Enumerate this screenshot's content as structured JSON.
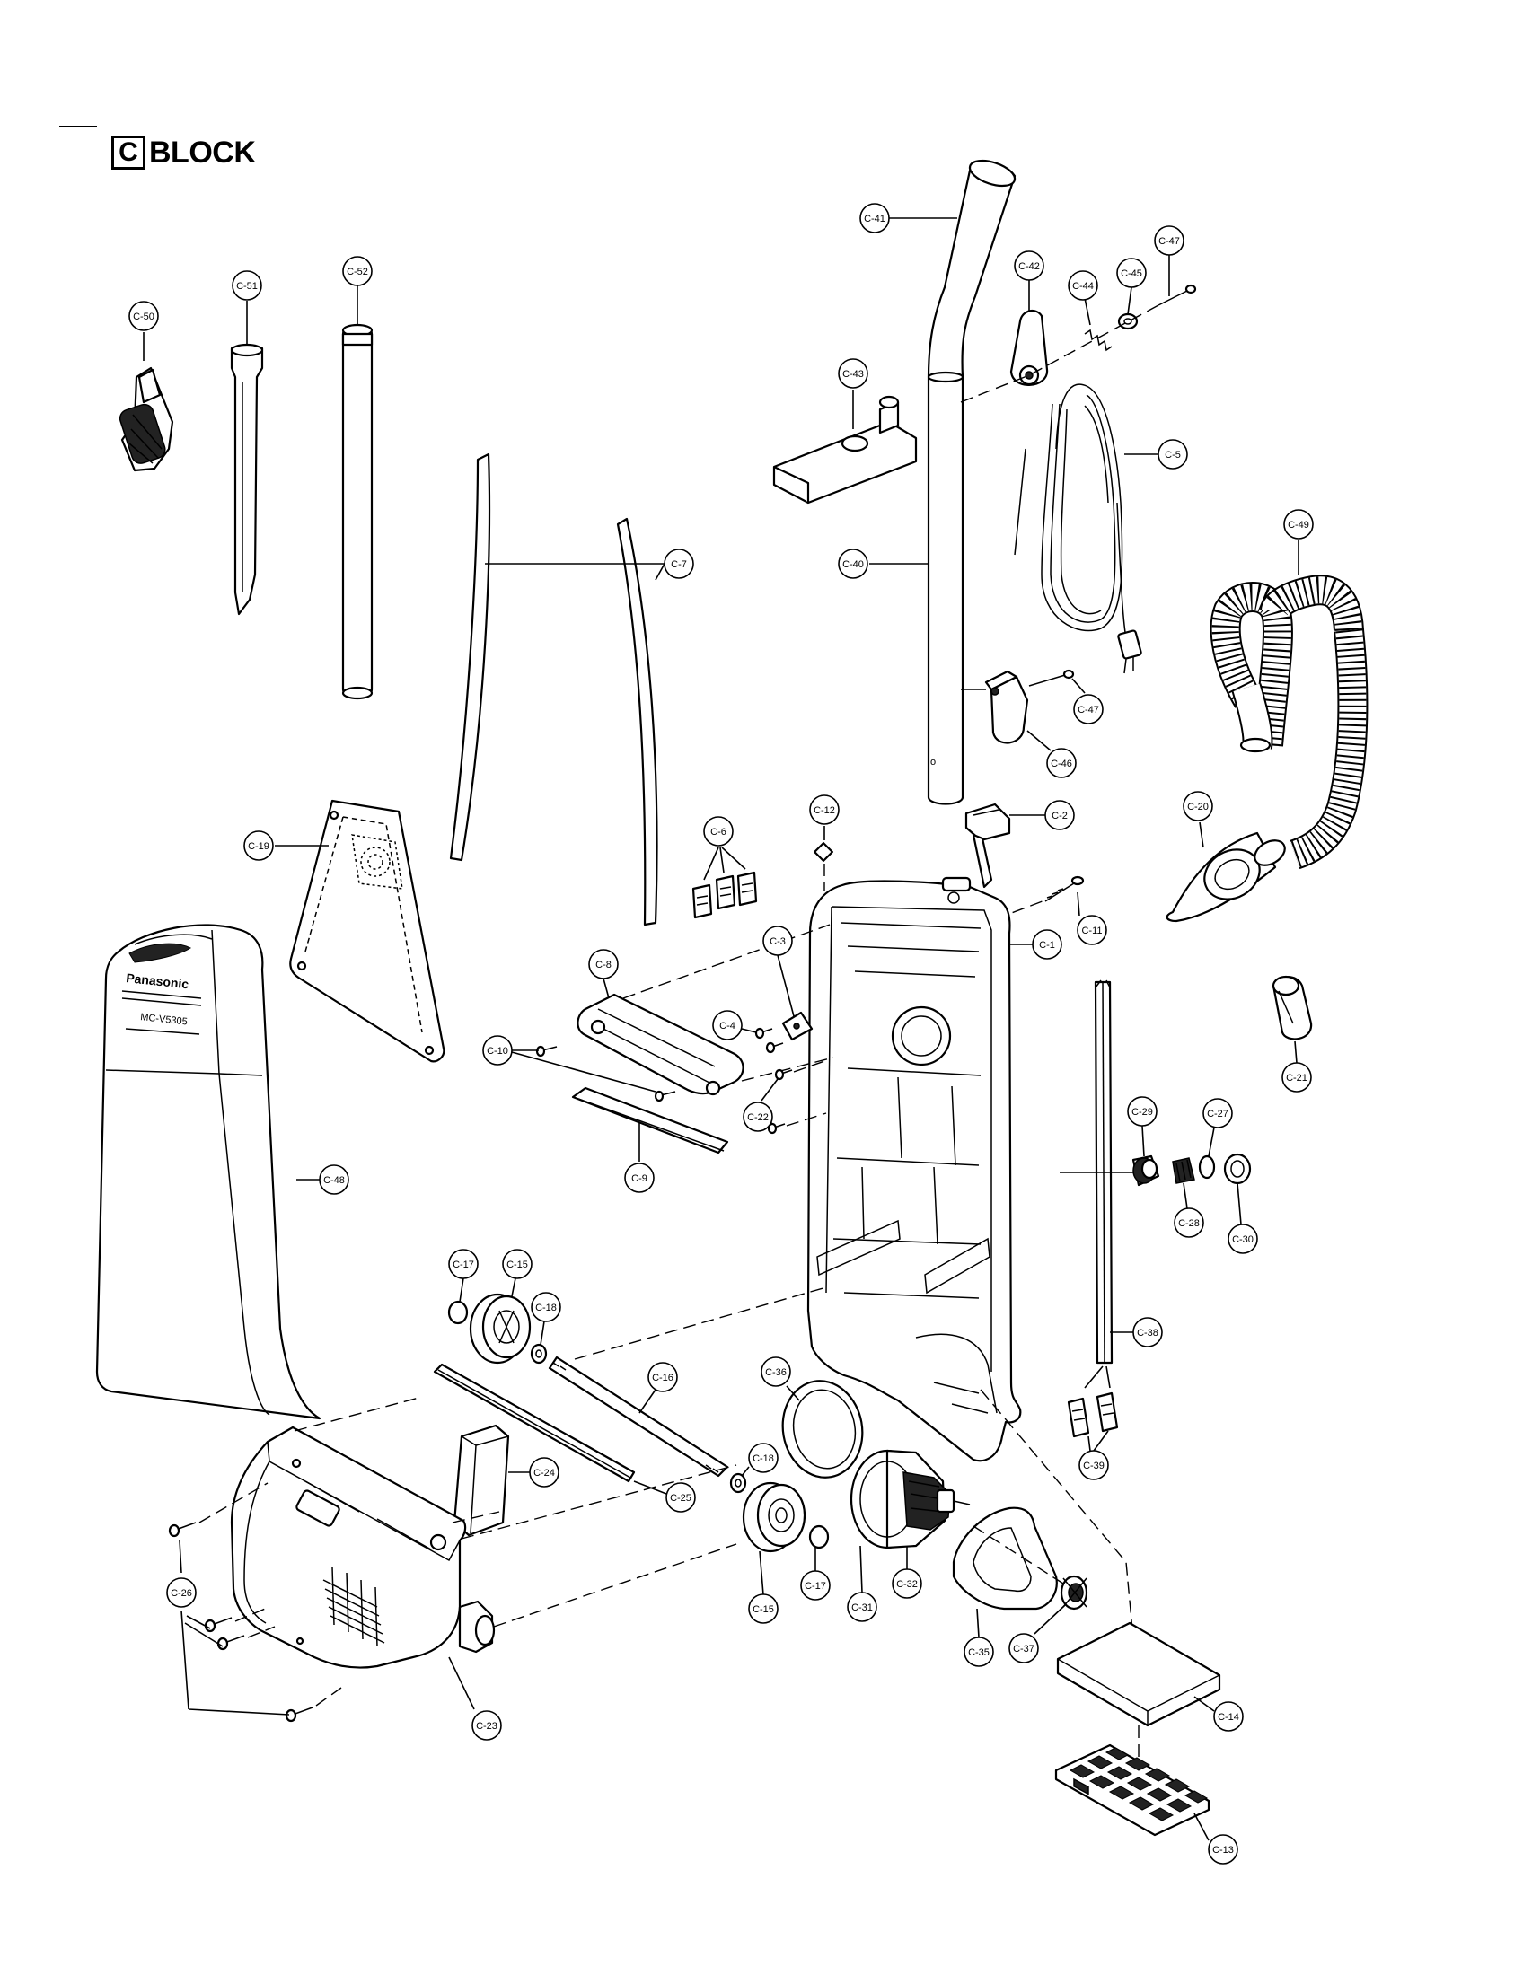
{
  "title": {
    "box_letter": "C",
    "text": "BLOCK"
  },
  "bag_lettering": {
    "brand": "Panasonic",
    "model": "MC-V5305"
  },
  "labels": [
    {
      "id": "c50",
      "text": "C-50"
    },
    {
      "id": "c51",
      "text": "C-51"
    },
    {
      "id": "c52",
      "text": "C-52"
    },
    {
      "id": "c41",
      "text": "C-41"
    },
    {
      "id": "c42",
      "text": "C-42"
    },
    {
      "id": "c44",
      "text": "C-44"
    },
    {
      "id": "c45",
      "text": "C-45"
    },
    {
      "id": "c47a",
      "text": "C-47"
    },
    {
      "id": "c43",
      "text": "C-43"
    },
    {
      "id": "c5",
      "text": "C-5"
    },
    {
      "id": "c7",
      "text": "C-7"
    },
    {
      "id": "c40",
      "text": "C-40"
    },
    {
      "id": "c49",
      "text": "C-49"
    },
    {
      "id": "c47b",
      "text": "C-47"
    },
    {
      "id": "c46",
      "text": "C-46"
    },
    {
      "id": "c6",
      "text": "C-6"
    },
    {
      "id": "c12",
      "text": "C-12"
    },
    {
      "id": "c2",
      "text": "C-2"
    },
    {
      "id": "c19",
      "text": "C-19"
    },
    {
      "id": "c20",
      "text": "C-20"
    },
    {
      "id": "c11",
      "text": "C-11"
    },
    {
      "id": "c3",
      "text": "C-3"
    },
    {
      "id": "c8",
      "text": "C-8"
    },
    {
      "id": "c1",
      "text": "C-1"
    },
    {
      "id": "c4",
      "text": "C-4"
    },
    {
      "id": "c21",
      "text": "C-21"
    },
    {
      "id": "c10",
      "text": "C-10"
    },
    {
      "id": "c22",
      "text": "C-22"
    },
    {
      "id": "c29",
      "text": "C-29"
    },
    {
      "id": "c27",
      "text": "C-27"
    },
    {
      "id": "c9",
      "text": "C-9"
    },
    {
      "id": "c48",
      "text": "C-48"
    },
    {
      "id": "c28",
      "text": "C-28"
    },
    {
      "id": "c30",
      "text": "C-30"
    },
    {
      "id": "c17a",
      "text": "C-17"
    },
    {
      "id": "c15a",
      "text": "C-15"
    },
    {
      "id": "c18a",
      "text": "C-18"
    },
    {
      "id": "c38",
      "text": "C-38"
    },
    {
      "id": "c16",
      "text": "C-16"
    },
    {
      "id": "c36",
      "text": "C-36"
    },
    {
      "id": "c18b",
      "text": "C-18"
    },
    {
      "id": "c39",
      "text": "C-39"
    },
    {
      "id": "c24",
      "text": "C-24"
    },
    {
      "id": "c25",
      "text": "C-25"
    },
    {
      "id": "c26",
      "text": "C-26"
    },
    {
      "id": "c17b",
      "text": "C-17"
    },
    {
      "id": "c32",
      "text": "C-32"
    },
    {
      "id": "c15b",
      "text": "C-15"
    },
    {
      "id": "c31",
      "text": "C-31"
    },
    {
      "id": "c35",
      "text": "C-35"
    },
    {
      "id": "c37",
      "text": "C-37"
    },
    {
      "id": "c14",
      "text": "C-14"
    },
    {
      "id": "c23",
      "text": "C-23"
    },
    {
      "id": "c13",
      "text": "C-13"
    }
  ]
}
